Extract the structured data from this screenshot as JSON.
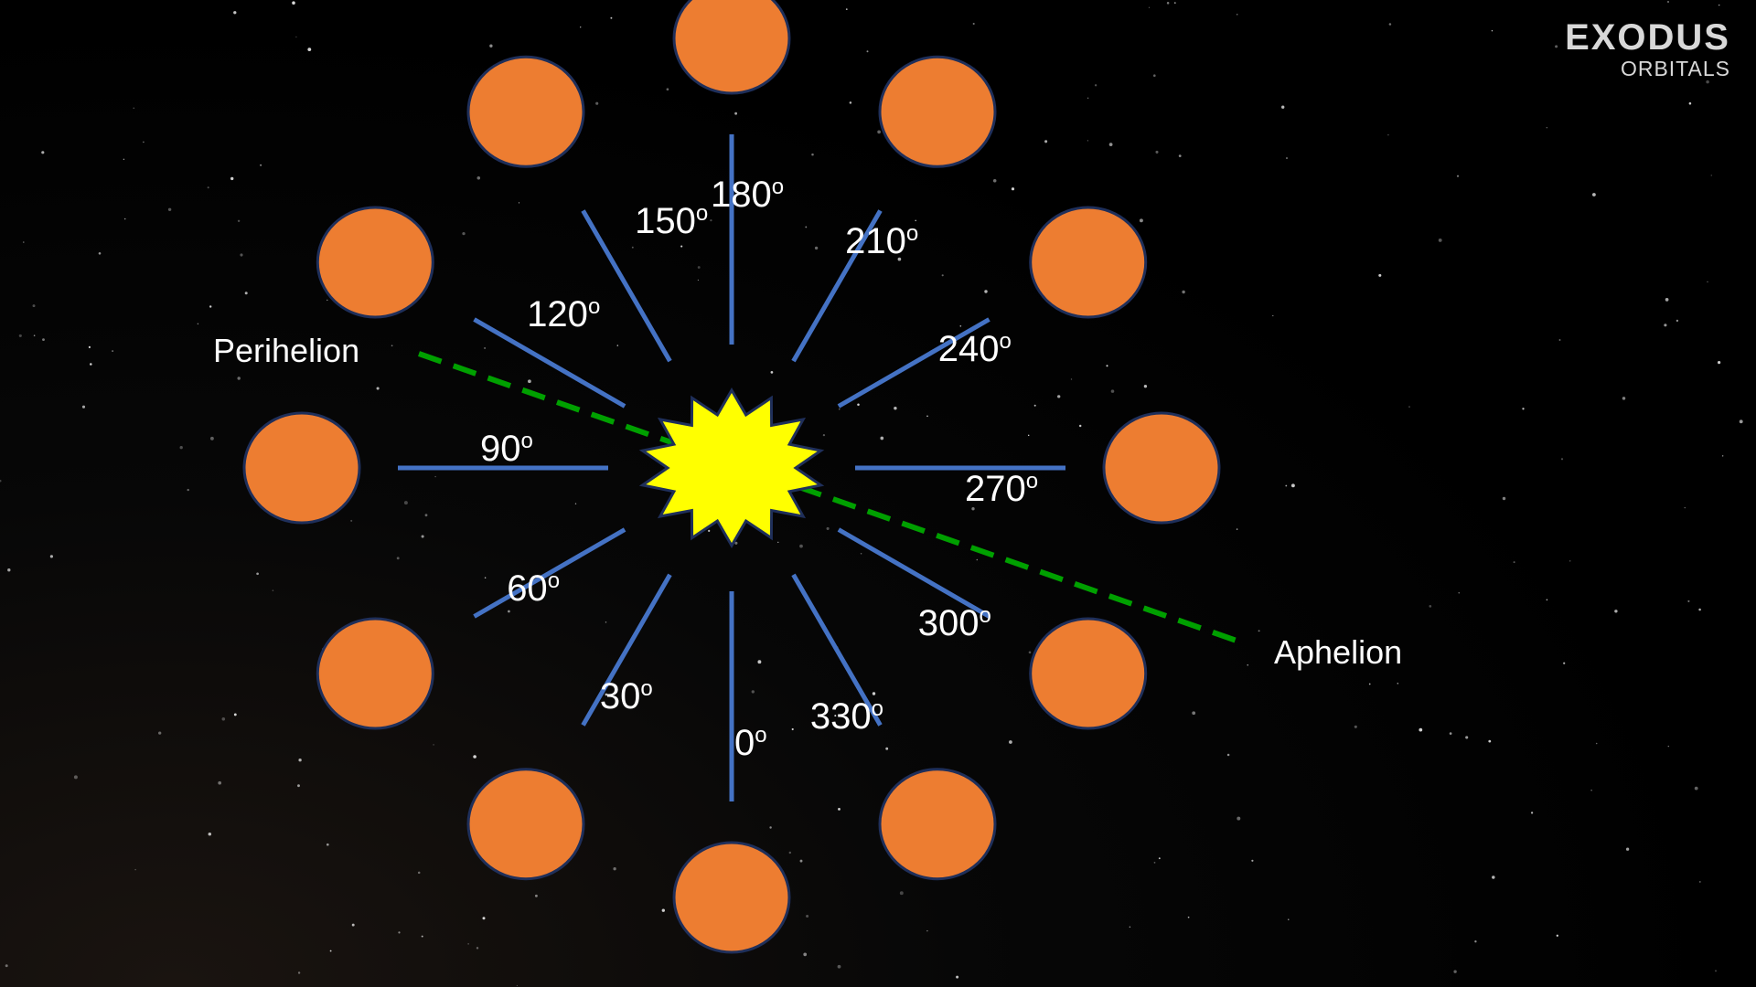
{
  "logo": {
    "main": "EXODUS",
    "sub": "ORBITALS"
  },
  "apsides": {
    "perihelion": "Perihelion",
    "aphelion": "Aphelion"
  },
  "degree_symbol": "o",
  "orbit_positions": [
    {
      "angle": 0,
      "label": "0"
    },
    {
      "angle": 30,
      "label": "30"
    },
    {
      "angle": 60,
      "label": "60"
    },
    {
      "angle": 90,
      "label": "90"
    },
    {
      "angle": 120,
      "label": "120"
    },
    {
      "angle": 150,
      "label": "150"
    },
    {
      "angle": 180,
      "label": "180"
    },
    {
      "angle": 210,
      "label": "210"
    },
    {
      "angle": 240,
      "label": "240"
    },
    {
      "angle": 270,
      "label": "270"
    },
    {
      "angle": 300,
      "label": "300"
    },
    {
      "angle": 330,
      "label": "330"
    }
  ],
  "colors": {
    "planet": "#ED7D31",
    "planet_outline": "#1F2F5A",
    "spoke": "#4472C4",
    "sun": "#FFFF00",
    "sun_outline": "#1F2F5A",
    "apsis_line": "#00A000",
    "text": "#FFFFFF"
  }
}
